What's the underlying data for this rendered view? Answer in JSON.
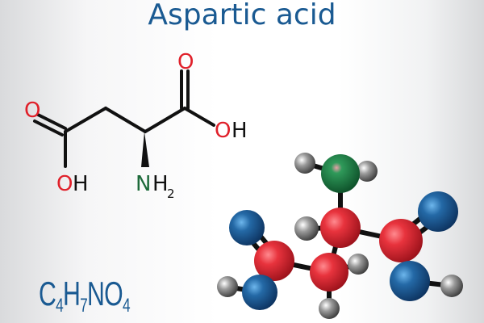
{
  "title": "Aspartic acid",
  "formula": {
    "C": "C",
    "c_count": "4",
    "H": "H",
    "h_count": "7",
    "rest": "NO",
    "o_count": "4"
  },
  "structure_labels": {
    "o_left_double": "O",
    "oh_left_o": "O",
    "oh_left_h": "H",
    "o_right_double": "O",
    "oh_right_o": "O",
    "oh_right_h": "H",
    "nh2_n": "N",
    "nh2_h": "H",
    "nh2_sub": "2"
  },
  "colors": {
    "title": "#1a5a92",
    "oxygen_label": "#e0202a",
    "nitrogen_label": "#1d6a3a",
    "bond": "#111111",
    "carbon_ball": "#d82a35",
    "oxygen_ball": "#1d5d97",
    "nitrogen_ball": "#1f7a45",
    "hydrogen_ball": "#8a8a8a"
  }
}
